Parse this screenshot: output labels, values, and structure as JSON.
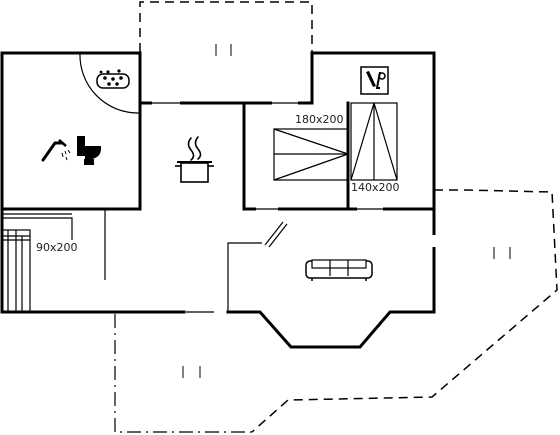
{
  "labels": {
    "bed_180": "180x200",
    "bed_140": "140x200",
    "bed_90": "90x200"
  },
  "icons": [
    "jacuzzi-icon",
    "shower-icon",
    "toilet-icon",
    "cooking-pot-icon",
    "sofa-icon",
    "wine-icon",
    "terrace-marker-icon"
  ]
}
